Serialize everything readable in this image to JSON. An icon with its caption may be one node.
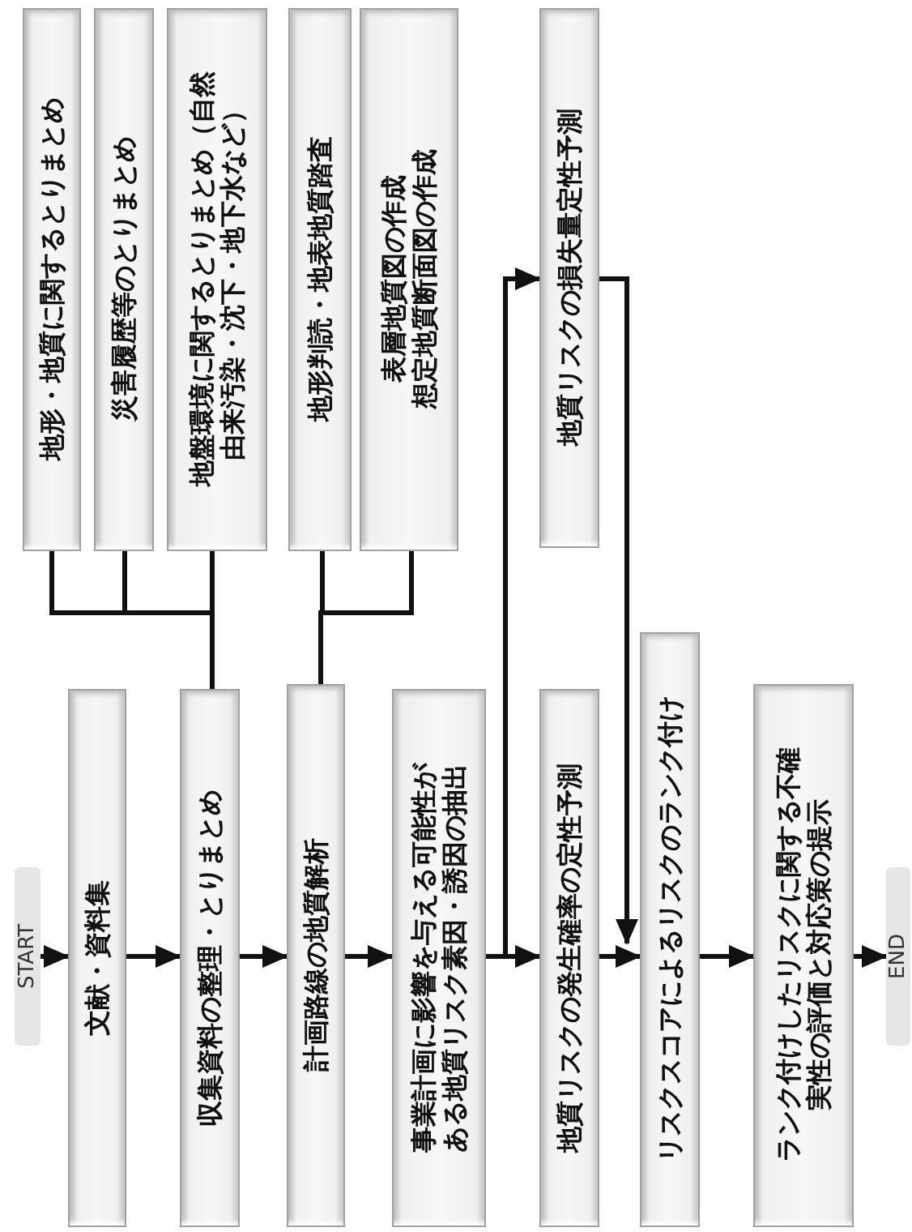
{
  "diagram": {
    "nodes": [
      {
        "text": [
          "地形・地質に関するとりまとめ"
        ]
      },
      {
        "text": [
          "災害履歴等のとりまとめ"
        ]
      },
      {
        "text": [
          "地盤環境に関するとりまとめ（自然由来汚染・沈下・地下水など）"
        ]
      },
      {
        "text": [
          "地形判読・地表地質踏査"
        ]
      },
      {
        "text": [
          "表層地質図の作成",
          "想定地質断面図の作成"
        ]
      },
      {
        "text": [
          "地質リスクの損失量定性予測"
        ]
      },
      {
        "text": [
          "START"
        ]
      },
      {
        "text": [
          "文献・資料集"
        ]
      },
      {
        "text": [
          "収集資料の整理・とりまとめ"
        ]
      },
      {
        "text": [
          "計画路線の地質解析"
        ]
      },
      {
        "text": [
          "事業計画に影響を与える可能性がある地質リスク素因・誘因の抽出"
        ]
      },
      {
        "text": [
          "地質リスクの発生確率の定性予測"
        ]
      },
      {
        "text": [
          "リスクスコアによるリスクのランク付け"
        ]
      },
      {
        "text": [
          "ランク付けしたリスクに関する不確実性の評価と対応策の提示"
        ]
      },
      {
        "text": [
          "END"
        ]
      }
    ],
    "edges": [
      {
        "from": 6,
        "to": 7,
        "arrow": "to"
      },
      {
        "from": 7,
        "to": 8,
        "arrow": "to"
      },
      {
        "from": 8,
        "to": 9,
        "arrow": "to"
      },
      {
        "from": 9,
        "to": 10,
        "arrow": "to"
      },
      {
        "from": 10,
        "to": 11,
        "arrow": "to"
      },
      {
        "from": 11,
        "to": 12,
        "arrow": "to"
      },
      {
        "from": 12,
        "to": 13,
        "arrow": "to"
      },
      {
        "from": 13,
        "to": 14,
        "arrow": "to"
      },
      {
        "from": 0,
        "to": 8,
        "arrow": "none"
      },
      {
        "from": 1,
        "to": 8,
        "arrow": "none"
      },
      {
        "from": 2,
        "to": 8,
        "arrow": "none"
      },
      {
        "from": 3,
        "to": 9,
        "arrow": "none"
      },
      {
        "from": 4,
        "to": 9,
        "arrow": "none"
      },
      {
        "from": 10,
        "to": 5,
        "arrow": "to"
      },
      {
        "from": 5,
        "to": 12,
        "arrow": "to"
      }
    ]
  }
}
